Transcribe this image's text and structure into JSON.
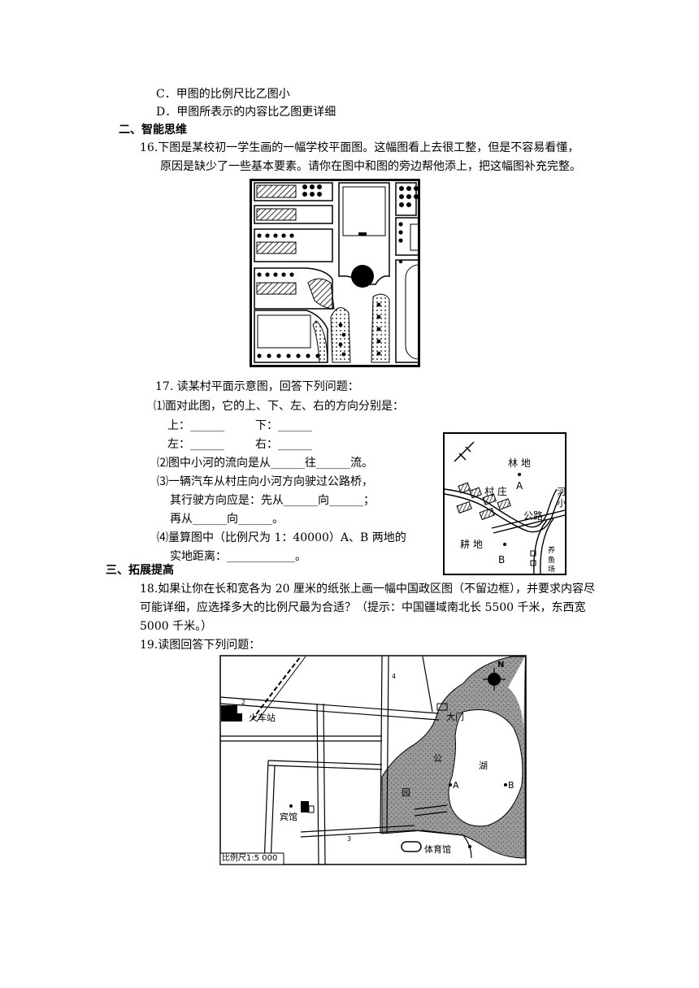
{
  "options": {
    "c": "C．甲图的比例尺比乙图小",
    "d": "D．甲图所表示的内容比乙图更详细"
  },
  "sections": {
    "s2": "二、智能思维",
    "s3": "三、拓展提高"
  },
  "q16": {
    "line1": "16.下图是某校初一学生画的一幅学校平面图。这幅图看上去很工整，但是不容易看懂，",
    "line2": "原因是缺少了一些基本要素。请你在图中和图的旁边帮他添上，把这幅图补充完整。"
  },
  "q17": {
    "title": "17. 读某村平面示意图，回答下列问题：",
    "p1": "⑴面对此图，它的上、下、左、右的方向分别是：",
    "up": "上：______",
    "down": "下：______",
    "left": "左：______",
    "right": "右：______",
    "p2": "⑵图中小河的流向是从______往______流。",
    "p3a": "⑶一辆汽车从村庄向小河方向驶过公路桥，",
    "p3b": "其行驶方向应是：先从______向______；",
    "p3c": "再从______向______。",
    "p4a": "⑷量算图中（比例尺为 1：40000）A、B 两地的",
    "p4b": "实地距离：____________。",
    "map": {
      "forest": "林 地",
      "village": "村 庄",
      "road": "公路",
      "river": "河 小",
      "farmland": "耕 地",
      "fishpond": "养 鱼 场",
      "point_a": "A",
      "point_b": "B"
    }
  },
  "q18": {
    "line1": "18.如果让你在长和宽各为 20 厘米的纸张上画一幅中国政区图（不留边框），并要求内容尽",
    "line2": "可能详细，应选择多大的比例尺最为合适？（提示：中国疆域南北长 5500 千米，东西宽",
    "line3": "5000 千米。）"
  },
  "q19": {
    "title": "19.读图回答下列问题：",
    "map": {
      "station": "火车站",
      "gate": "大门",
      "park1": "公",
      "park2": "园",
      "lake": "湖",
      "hotel": "宾馆",
      "gym": "体育馆",
      "scale": "比例尺1:5 000",
      "north": "N",
      "point_a": "A",
      "point_b": "B",
      "road_2": "2",
      "road_3": "3",
      "road_4": "4"
    }
  }
}
